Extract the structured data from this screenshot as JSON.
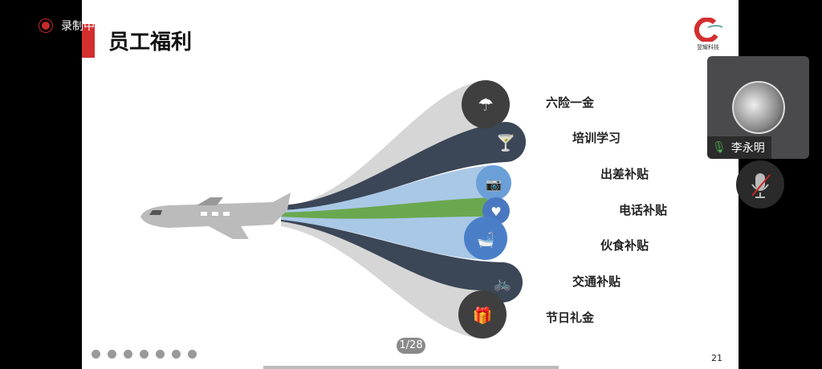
{
  "recording": {
    "label": "录制中"
  },
  "slide": {
    "title": "员工福利",
    "logo_text": "翌耀科技",
    "page_number": "21",
    "benefits": [
      "六险一金",
      "培训学习",
      "出差补贴",
      "电话补贴",
      "伙食补贴",
      "交通补贴",
      "节日礼金"
    ]
  },
  "pager": {
    "label": "1/28"
  },
  "participant": {
    "name": "李永明"
  },
  "colors": {
    "accent": "#d32f2f",
    "navy": "#3b4656",
    "blue": "#a9c8e6",
    "green": "#6aa84f",
    "gray": "#cfcfcf"
  }
}
